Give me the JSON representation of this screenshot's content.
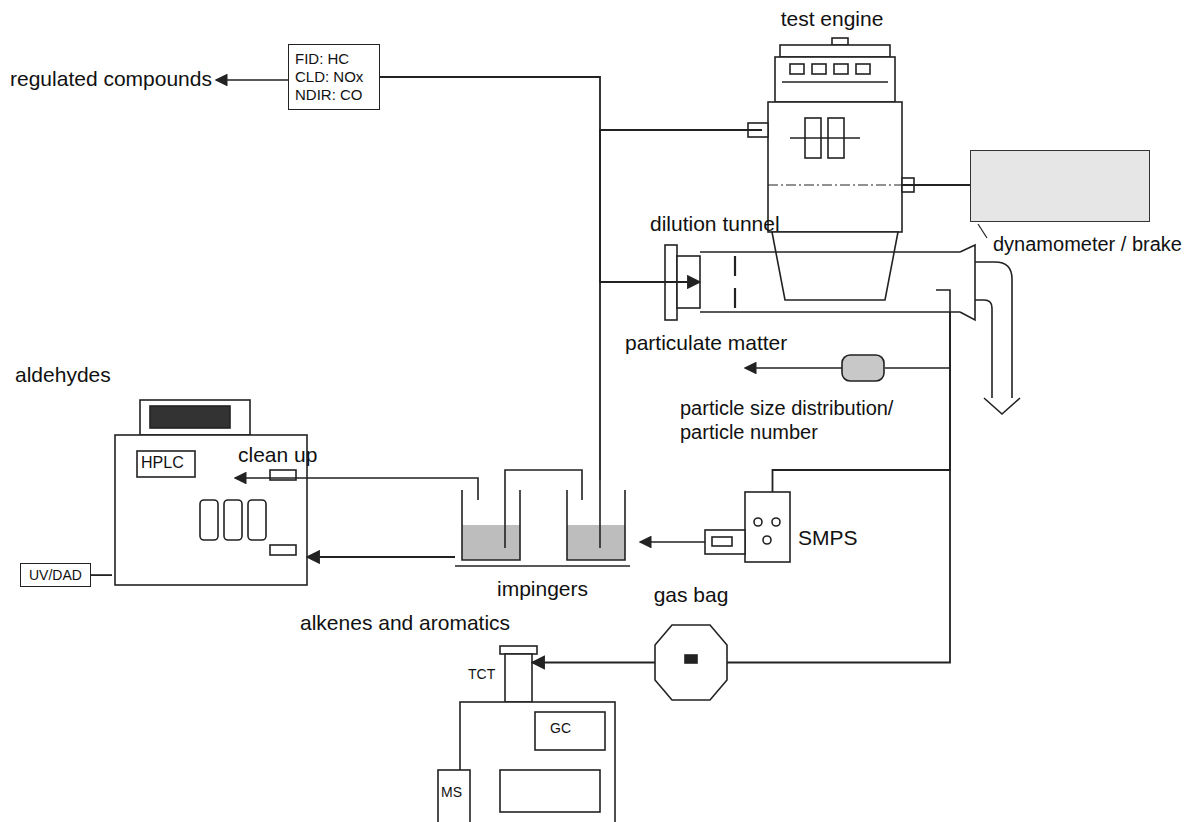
{
  "diagram": {
    "nodes": [
      {
        "text": [
          "test engine"
        ]
      },
      {
        "text": [
          "FID: HC CLD: NOx NDIR: CO"
        ]
      },
      {
        "text": [
          "dynamometer / brake"
        ]
      },
      {
        "text": [
          "dilution tunnel"
        ]
      },
      {
        "text": [
          "HPLC"
        ]
      },
      {
        "text": [
          "UV/DAD"
        ]
      },
      {
        "text": [
          "impingers"
        ]
      },
      {
        "text": [
          "SMPS"
        ]
      },
      {
        "text": [
          "gas bag"
        ]
      },
      {
        "text": [
          "TCT",
          "GC",
          "MS"
        ]
      }
    ],
    "edges": [
      {
        "from": 0,
        "to": 1,
        "arrow": "none"
      },
      {
        "from": 0,
        "to": 3,
        "arrow": "to"
      },
      {
        "from": 0,
        "to": 6,
        "arrow": "none"
      },
      {
        "from": 0,
        "to": 2,
        "arrow": "none"
      },
      {
        "from": 6,
        "to": 4,
        "arrow": "to"
      },
      {
        "from": 4,
        "to": 5,
        "arrow": "none"
      },
      {
        "from": 3,
        "to": 7,
        "arrow": "none"
      },
      {
        "from": 3,
        "to": 8,
        "arrow": "none"
      },
      {
        "from": 8,
        "to": 9,
        "arrow": "to"
      }
    ],
    "labels": [
      "regulated compounds",
      "aldehydes",
      "clean up",
      "particulate matter",
      "particle size distribution/ particle number",
      "alkenes and aromatics"
    ]
  }
}
